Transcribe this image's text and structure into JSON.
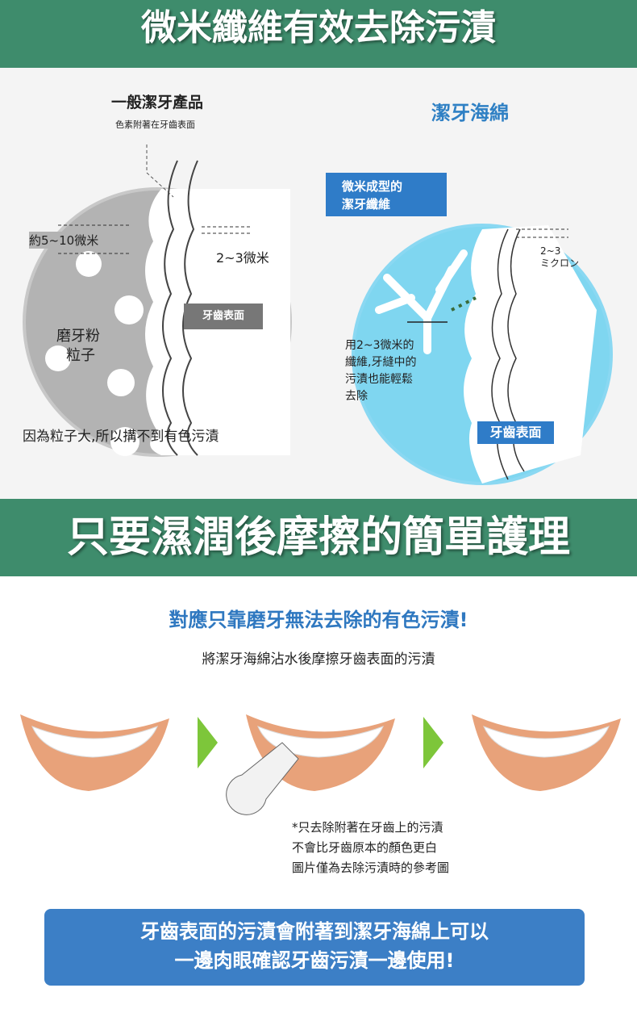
{
  "banner1": "微米纖維有效去除污漬",
  "left": {
    "title": "一般潔牙產品",
    "subtitle": "色素附著在牙齒表面",
    "size_label": "約5~10微米",
    "gap_label": "2~3微米",
    "tooth_tag": "牙齒表面",
    "particle_label_1": "磨牙粉",
    "particle_label_2": "粒子",
    "caption": "因為粒子大,所以搆不到有色污漬"
  },
  "right": {
    "title": "潔牙海綿",
    "fiber_tag_1": "微米成型的",
    "fiber_tag_2": "潔牙纖維",
    "gap_label_1": "2~3",
    "gap_label_2": "ミクロン",
    "tooth_tag": "牙齒表面",
    "desc": [
      "用2~3微米的",
      "纖維,牙縫中的",
      "污漬也能輕鬆",
      "去除"
    ]
  },
  "banner2": "只要濕潤後摩擦的簡單護理",
  "heading": "對應只靠磨牙無法去除的有色污漬!",
  "subheading": "將潔牙海綿沾水後摩擦牙齒表面的污漬",
  "notes": [
    "*只去除附著在牙齒上的污漬",
    "不會比牙齒原本的顏色更白",
    "圖片僅為去除污漬時的參考圖"
  ],
  "callout": [
    "牙齒表面的污漬會附著到潔牙海綿上可以",
    "一邊肉眼確認牙齒污漬一邊使用!"
  ],
  "colors": {
    "green": "#3e8c6c",
    "blue": "#3c7fc6",
    "arrow": "#7dc63a"
  }
}
